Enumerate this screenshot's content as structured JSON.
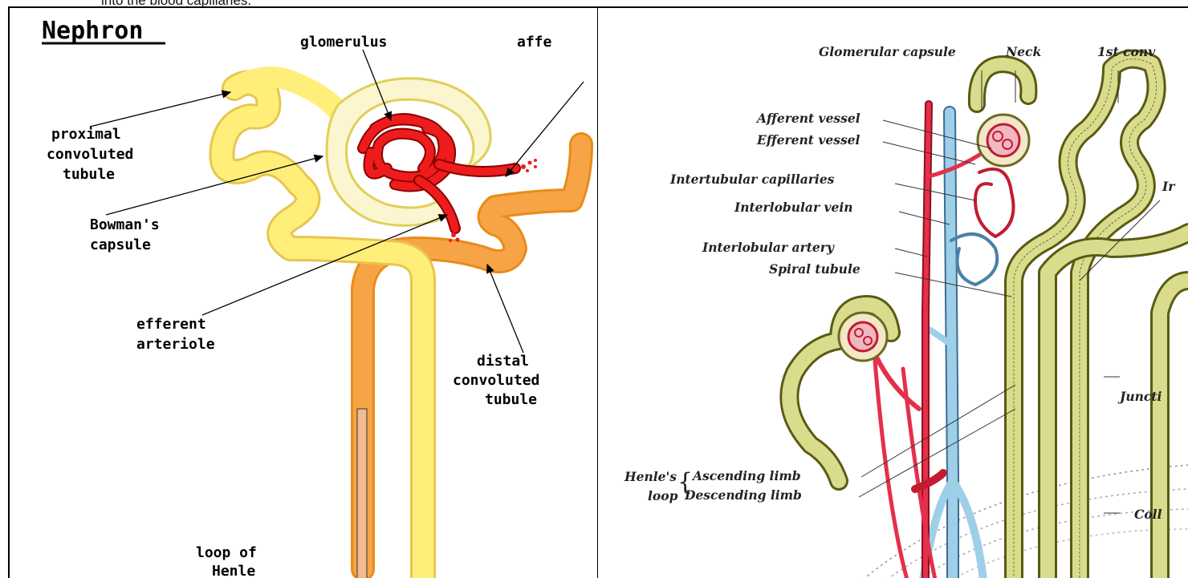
{
  "header": {
    "cut_text": "into the blood capillaries."
  },
  "left_panel": {
    "title": "Nephron",
    "labels": {
      "glomerulus": "glomerulus",
      "afferent": "affe",
      "proximal_1": "proximal",
      "proximal_2": "convoluted",
      "proximal_3": "tubule",
      "bowmans_1": "Bowman's",
      "bowmans_2": "capsule",
      "efferent_1": "efferent",
      "efferent_2": "arteriole",
      "distal_1": "distal",
      "distal_2": "convoluted",
      "distal_3": "tubule",
      "loop_1": "loop of",
      "loop_2": "Henle"
    }
  },
  "right_panel": {
    "labels": {
      "glomerular_capsule": "Glomerular capsule",
      "neck": "Neck",
      "first_conv": "1st conv",
      "afferent_vessel": "Afferent vessel",
      "efferent_vessel": "Efferent vessel",
      "intertubular_capillaries": "Intertubular capillaries",
      "interlobular_vein": "Interlobular vein",
      "interlobular_artery": "Interlobular artery",
      "spiral_tubule": "Spiral tubule",
      "henles": "Henle's",
      "loop": "loop",
      "ascending_limb": "Ascending limb",
      "descending_limb": "Descending limb",
      "junction": "Juncti",
      "collecting": "Coll",
      "irregular": "Ir"
    }
  },
  "colors": {
    "tubule_yellow": "#ffef7a",
    "tubule_pale": "#fff9c4",
    "capsule": "#fbf6cf",
    "vessel_red": "#ee1c1c",
    "distal_orange": "#f6a446",
    "gray_tubule": "#d8dc8c",
    "gray_red": "#d8243c",
    "gray_blue": "#7fb7d9"
  }
}
